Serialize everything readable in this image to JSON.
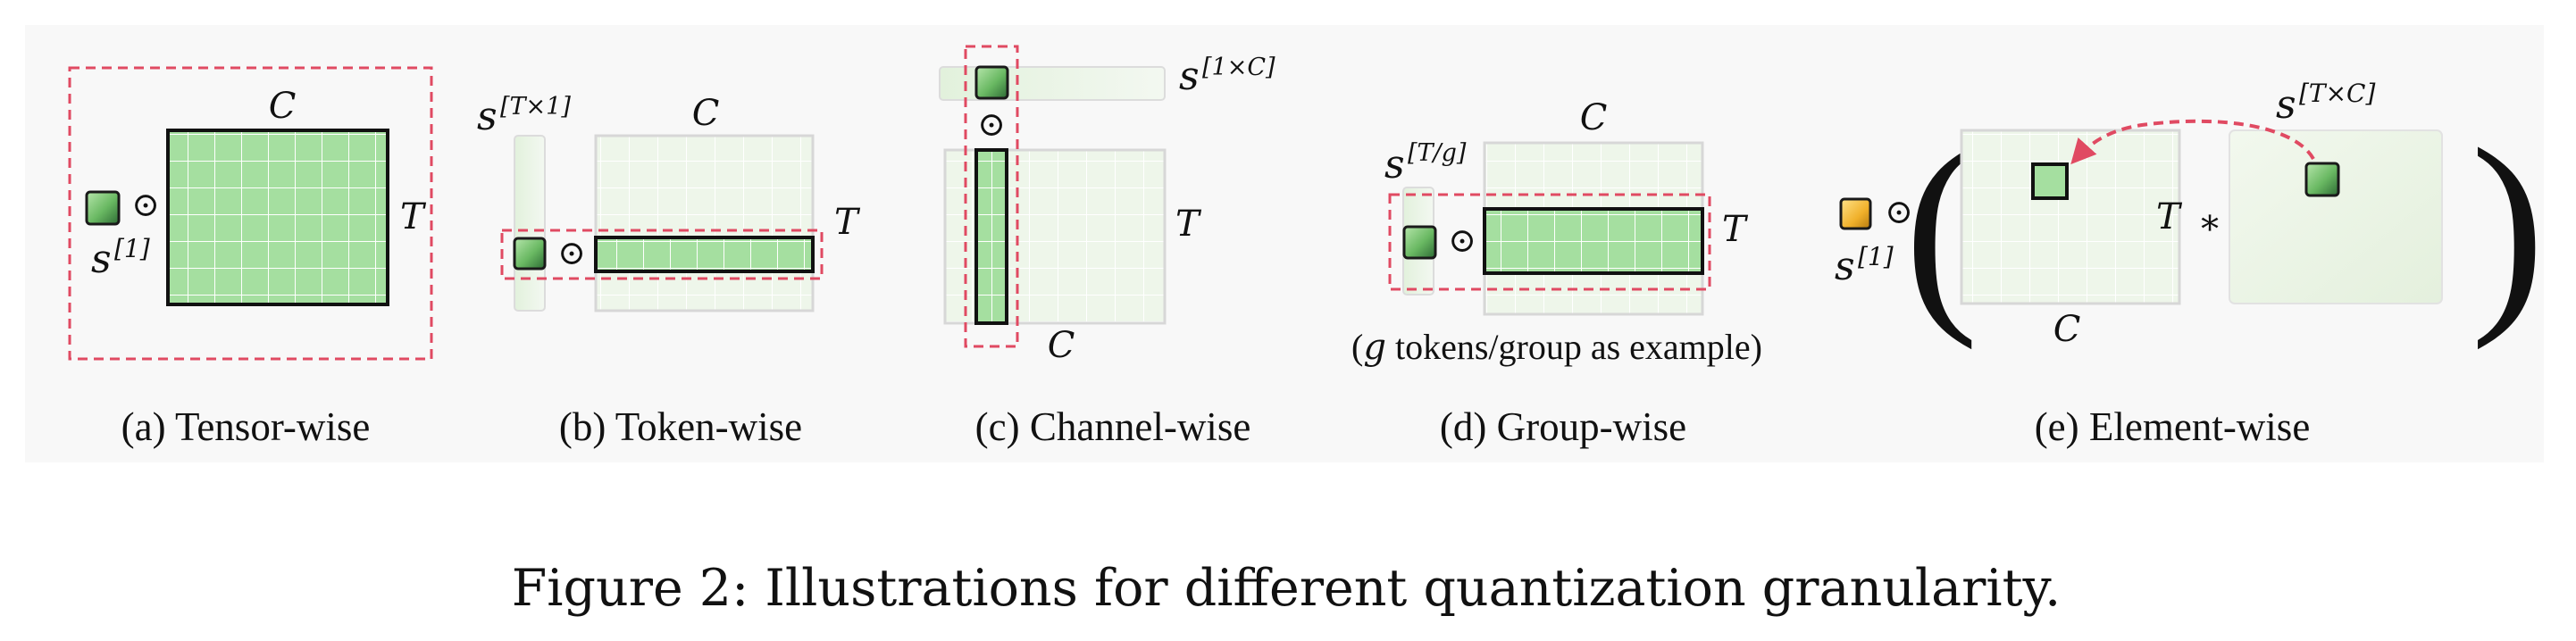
{
  "panels": {
    "a": {
      "caption": "(a) Tensor-wise",
      "C": "C",
      "T": "T",
      "s": "s",
      "sup": "[1]",
      "op": "⊙"
    },
    "b": {
      "caption": "(b) Token-wise",
      "C": "C",
      "T": "T",
      "s": "s",
      "sup": "[T×1]",
      "op": "⊙"
    },
    "c": {
      "caption": "(c) Channel-wise",
      "C": "C",
      "T": "T",
      "s": "s",
      "sup": "[1×C]",
      "op": "⊙"
    },
    "d": {
      "caption": "(d) Group-wise",
      "C": "C",
      "T": "T",
      "s": "s",
      "sup": "[T/g]",
      "op": "⊙",
      "note_g": "g",
      "note_rest": " tokens/group as example)",
      "note_open": "("
    },
    "e": {
      "caption": "(e) Element-wise",
      "C": "C",
      "T": "T",
      "s": "s",
      "sup": "[1]",
      "op": "⊙",
      "s2": "s",
      "sup2": "[T×C]",
      "star": "∗",
      "lparen": "(",
      "rparen": ")"
    }
  },
  "figure_caption": "Figure 2: Illustrations for different quantization granularity.",
  "colors": {
    "green": "#a5dfa0",
    "light_green": "#eef6ea",
    "grid_line": "#ffffff",
    "red_dash": "#e04a62",
    "yellow": "#f3b634",
    "dark": "#1a1a1a",
    "panel_bg": "#f8f8f8"
  }
}
